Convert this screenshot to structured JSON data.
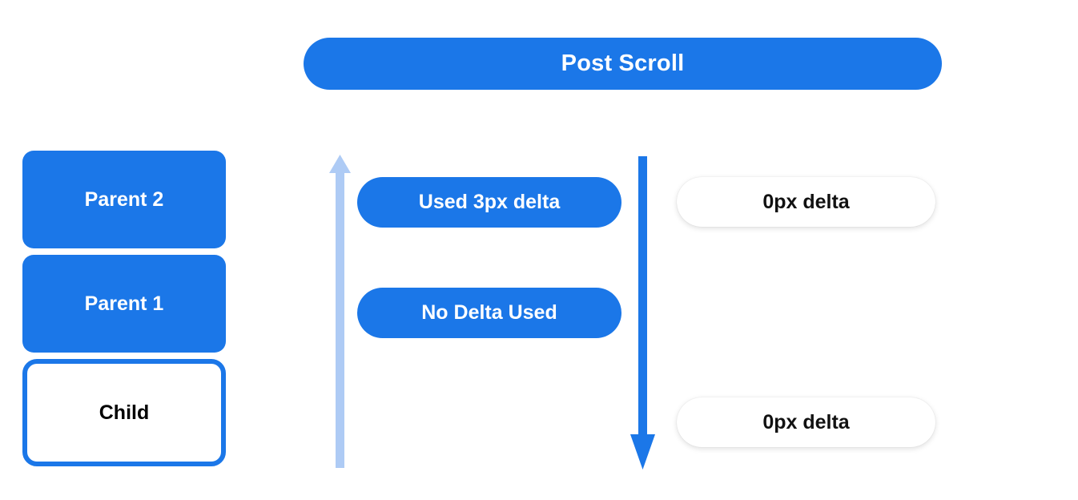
{
  "header": {
    "title": "Post Scroll"
  },
  "colors": {
    "accent_blue": "#1b77e8",
    "light_blue_arrow": "#aecbf5",
    "white": "#ffffff",
    "text_dark": "#111111"
  },
  "left_stack": {
    "items": [
      {
        "label": "Parent 2",
        "style": "filled"
      },
      {
        "label": "Parent 1",
        "style": "filled"
      },
      {
        "label": "Child",
        "style": "outlined"
      }
    ]
  },
  "arrows": [
    {
      "name": "scroll-propagation-up-arrow",
      "direction": "up",
      "color": "#aecbf5"
    },
    {
      "name": "scroll-consumption-down-arrow",
      "direction": "down",
      "color": "#1b77e8"
    }
  ],
  "middle_pills": [
    {
      "label": "Used 3px delta"
    },
    {
      "label": "No Delta Used"
    }
  ],
  "right_pills": [
    {
      "label": "0px delta"
    },
    {
      "label": "0px delta"
    }
  ]
}
